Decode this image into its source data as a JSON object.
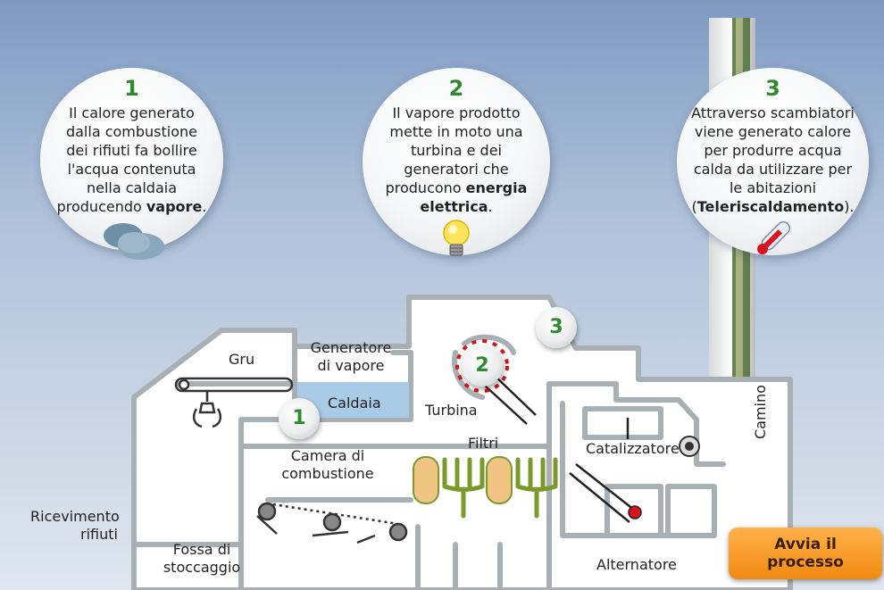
{
  "bubbles": [
    {
      "num": "1",
      "text_before": "Il calore generato dalla combustione dei rifiuti fa bollire l'acqua contenuta nella caldaia producendo ",
      "bold": "vapore",
      "text_after": ".",
      "icon": "cloud-icon"
    },
    {
      "num": "2",
      "text_before": "Il vapore prodotto mette in moto una turbina e dei generatori che producono ",
      "bold": "energia elettrica",
      "text_after": ".",
      "icon": "lightbulb-icon"
    },
    {
      "num": "3",
      "text_before": "Attraverso scambiatori viene generato calore per produrre acqua calda da utilizzare per le abitazioni (",
      "bold": "Teleriscaldamento",
      "text_after": ").",
      "icon": "thermometer-icon"
    }
  ],
  "labels": {
    "gru": "Gru",
    "generatore_1": "Generatore",
    "generatore_2": "di vapore",
    "caldaia": "Caldaia",
    "turbina": "Turbina",
    "camera_1": "Camera di",
    "camera_2": "combustione",
    "filtri": "Filtri",
    "catalizzatore": "Catalizzatore",
    "camino": "Camino",
    "ricevimento_1": "Ricevimento",
    "ricevimento_2": "rifiuti",
    "fossa_1": "Fossa di",
    "fossa_2": "stoccaggio",
    "alternatore": "Alternatore"
  },
  "markers": [
    "1",
    "2",
    "3"
  ],
  "button": {
    "label": "Avvia il processo"
  },
  "colors": {
    "accent_green": "#2f8a2f",
    "caldaia_water": "#a9cbe6",
    "filter_tan": "#f0c584",
    "filter_green": "#7a9a2a",
    "button_orange": "#f39a1e",
    "plant_outline": "#a8b0b4"
  }
}
